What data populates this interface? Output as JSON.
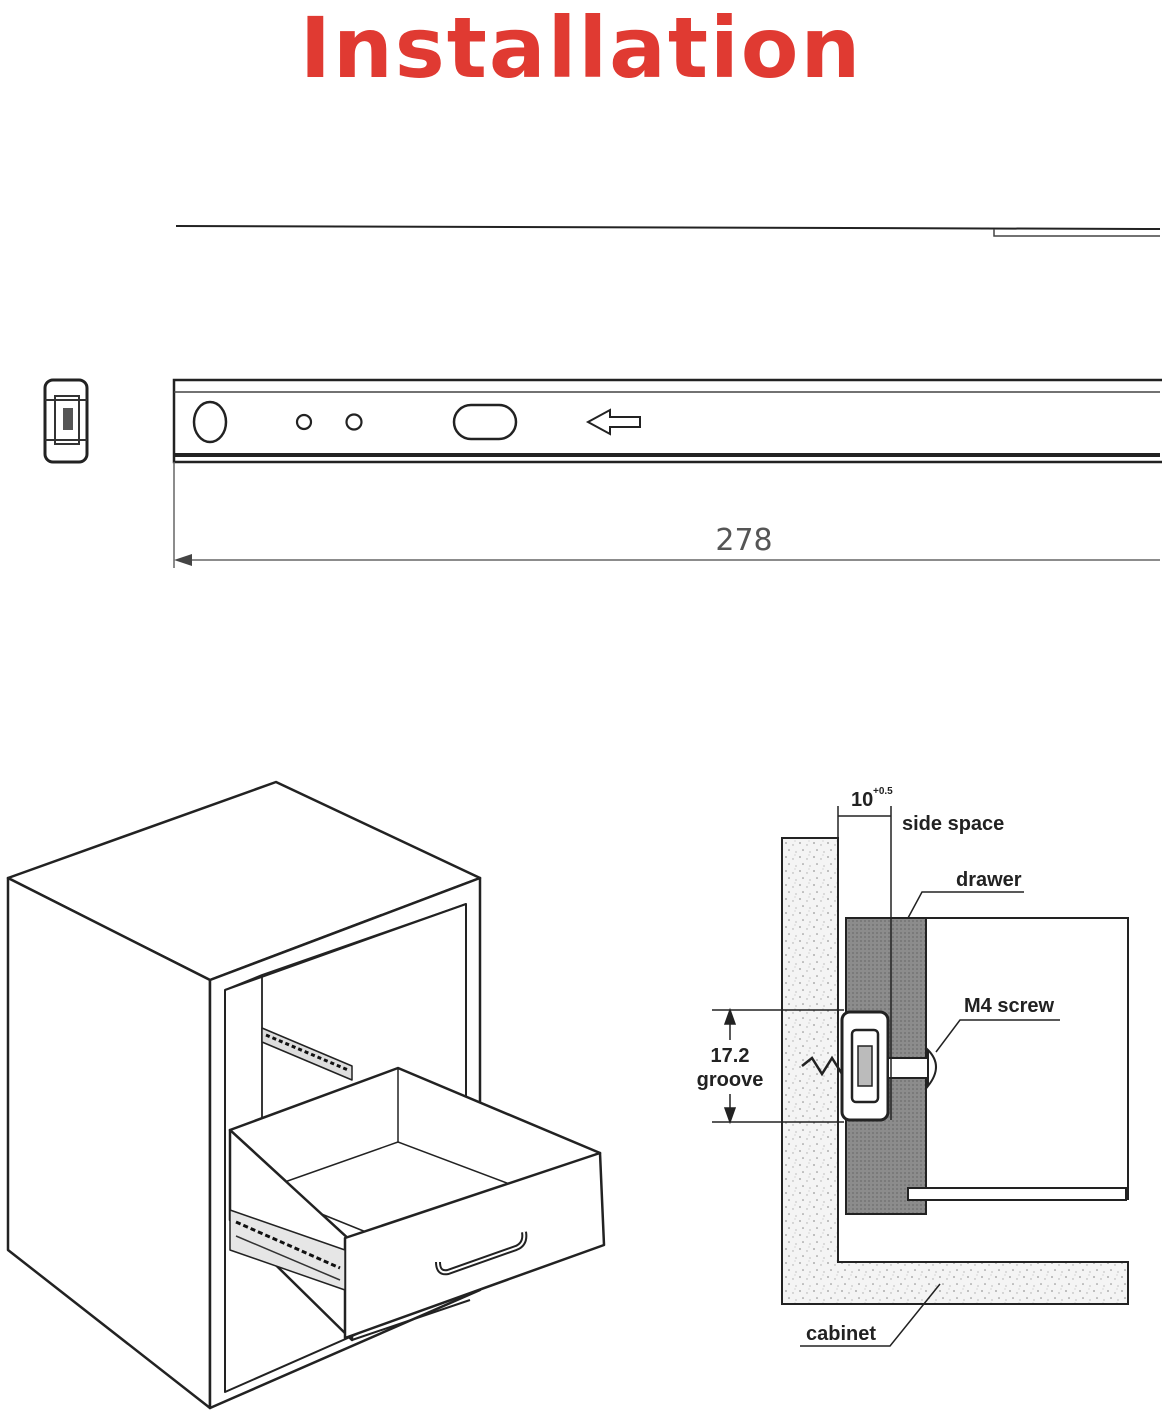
{
  "title": "Installation",
  "colors": {
    "title": "#e03a32",
    "line": "#222222",
    "speckle_fill": "#f2f2f2",
    "drawer_side": "#8a8a8a"
  },
  "rail_diagram": {
    "length_label": "278"
  },
  "section_diagram": {
    "side_space_dim": "10",
    "side_space_tol": "+0.5",
    "side_space_label": "side space",
    "drawer_label": "drawer",
    "screw_label": "M4 screw",
    "groove_dim": "17.2",
    "groove_label": "groove",
    "cabinet_label": "cabinet"
  }
}
